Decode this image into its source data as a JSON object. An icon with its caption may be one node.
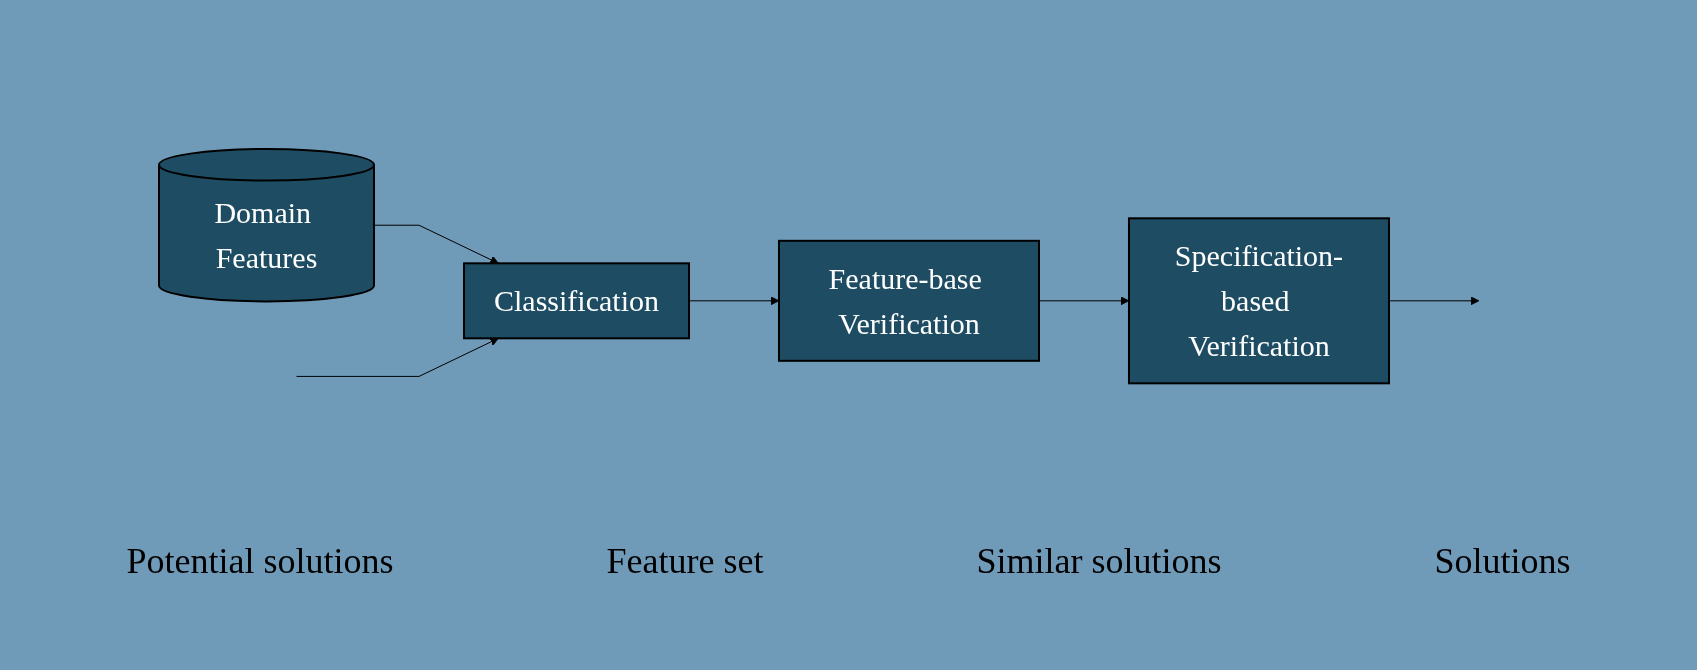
{
  "diagram": {
    "nodes": [
      {
        "text": [
          "Domain Features"
        ]
      },
      {
        "text": [
          "Classification"
        ]
      },
      {
        "text": [
          "Feature-base Verification"
        ]
      },
      {
        "text": [
          "Specification-based Verification"
        ]
      }
    ],
    "edges": [
      {
        "from": 0,
        "to": 1,
        "arrow": "to"
      },
      {
        "from": null,
        "to": 1,
        "arrow": "to"
      },
      {
        "from": 1,
        "to": 2,
        "arrow": "to"
      },
      {
        "from": 2,
        "to": 3,
        "arrow": "to"
      },
      {
        "from": 3,
        "to": null,
        "arrow": "to"
      }
    ],
    "labels": [
      "Potential solutions",
      "Feature set",
      "Similar solutions",
      "Solutions"
    ]
  }
}
